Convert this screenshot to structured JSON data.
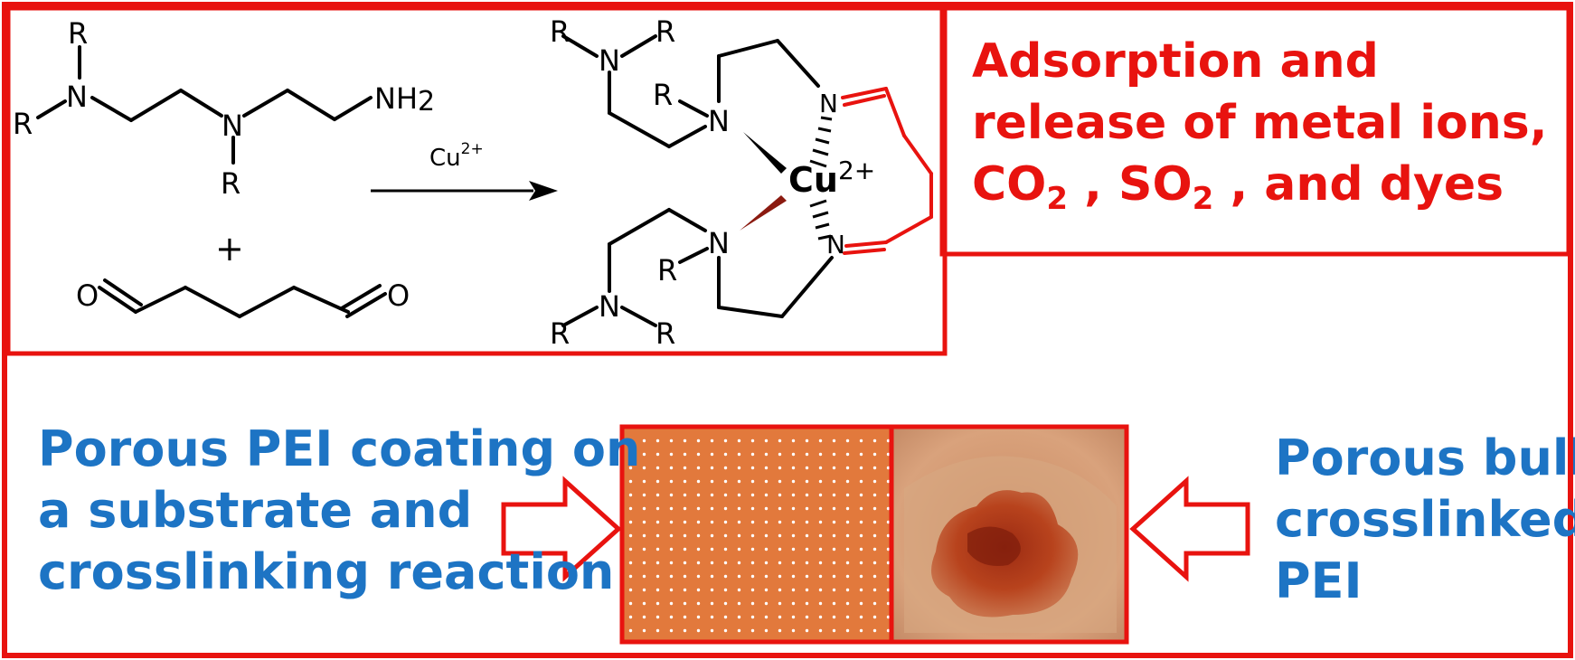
{
  "colors": {
    "frame": "#e8130f",
    "blue_text": "#1d74c4",
    "red_text": "#e8130f",
    "coating": "#e2793c",
    "bulk_photo": "#b7562e"
  },
  "reaction": {
    "amine_labels": {
      "r": "R",
      "n": "N",
      "nh2": "NH",
      "nh2_sub": "2"
    },
    "plus": "+",
    "aldehyde_o": "O",
    "reagent": "Cu",
    "reagent_charge": "2+",
    "complex_metal": "Cu",
    "complex_charge": "2+"
  },
  "properties": {
    "line1": "Adsorption and",
    "line2": "release of metal ions,",
    "line3_a": "CO",
    "line3_sub1": "2",
    "line3_b": " , SO",
    "line3_sub2": "2",
    "line3_c": " , and dyes"
  },
  "coating_text": {
    "line1": "Porous PEI coating on",
    "line2": "a substrate and",
    "line3": "crosslinking reaction"
  },
  "bulk_text": {
    "line1": "Porous bulk",
    "line2": "crosslinked",
    "line3": "PEI"
  }
}
